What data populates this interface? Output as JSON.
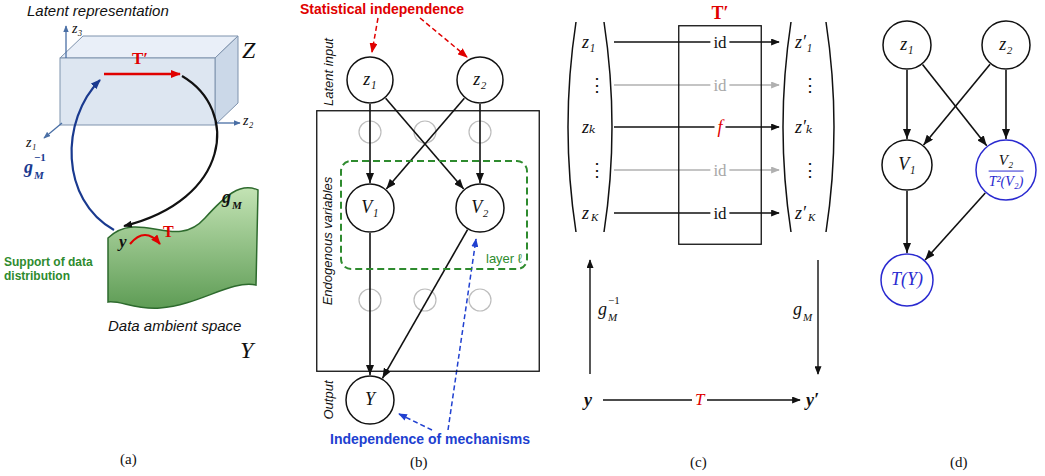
{
  "diagram": {
    "nodes": [
      {
        "text": [
          "z₁"
        ]
      },
      {
        "text": [
          "z₂"
        ]
      },
      {
        "text": [
          "Endogenous variables"
        ]
      },
      {
        "text": [
          "layer ℓ"
        ],
        "in": 2
      },
      {
        "text": [
          "V₁"
        ],
        "in": 3
      },
      {
        "text": [
          "V₂"
        ],
        "in": 3
      },
      {
        "text": [
          "Y"
        ]
      },
      {
        "text": [
          "T′",
          "id",
          "id",
          "f",
          "id",
          "id"
        ]
      },
      {
        "text": [
          "z₁"
        ]
      },
      {
        "text": [
          "z₂"
        ]
      },
      {
        "text": [
          "V₁"
        ]
      },
      {
        "text": [
          "V₂",
          "T²(V₂)"
        ]
      },
      {
        "text": [
          "T(Y)"
        ]
      }
    ],
    "edges": [
      {
        "from": 0,
        "to": 4,
        "arrow": "to"
      },
      {
        "from": 0,
        "to": 5,
        "arrow": "to"
      },
      {
        "from": 1,
        "to": 4,
        "arrow": "to"
      },
      {
        "from": 1,
        "to": 5,
        "arrow": "to"
      },
      {
        "from": 4,
        "to": 6,
        "arrow": "to"
      },
      {
        "from": 5,
        "to": 6,
        "arrow": "to"
      },
      {
        "from": 8,
        "to": 10,
        "arrow": "to"
      },
      {
        "from": 8,
        "to": 11,
        "arrow": "to"
      },
      {
        "from": 9,
        "to": 10,
        "arrow": "to"
      },
      {
        "from": 9,
        "to": 11,
        "arrow": "to"
      },
      {
        "from": 10,
        "to": 12,
        "arrow": "to"
      },
      {
        "from": 11,
        "to": 12,
        "arrow": "to"
      }
    ],
    "labels": [
      "Latent representation",
      "z₃",
      "Z",
      "T′",
      "z₂",
      "z₁",
      "g",
      "M",
      "−1",
      "g",
      "M",
      "Support of data distribution",
      "y",
      "T",
      "Data ambient space",
      "Y",
      "(a)",
      "Statistical independence",
      "Latent input",
      "Output",
      "Independence of mechanisms",
      "(b)",
      "z₁",
      "⋮",
      "zₖ",
      "⋮",
      "z",
      "K",
      "z′₁",
      "⋮",
      "z′ₖ",
      "⋮",
      "z′",
      "K",
      "g",
      "M",
      "−1",
      "g",
      "M",
      "y",
      "T",
      "y′",
      "(c)",
      "(d)"
    ]
  }
}
